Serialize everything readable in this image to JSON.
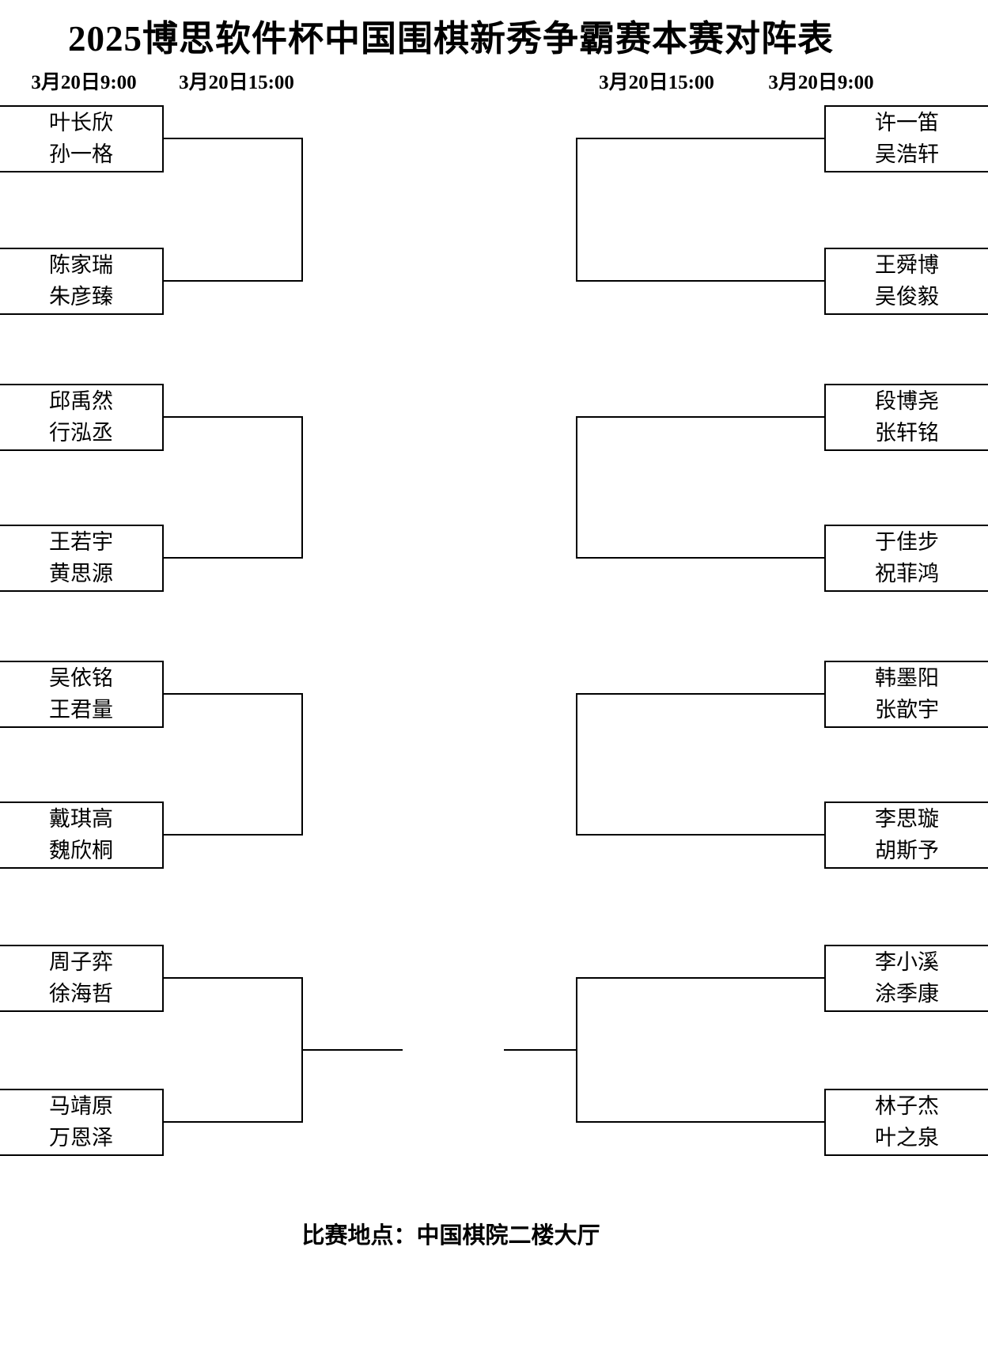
{
  "title": "2025博思软件杯中国围棋新秀争霸赛本赛对阵表",
  "schedule": {
    "left_round1": "3月20日9:00",
    "left_round2": "3月20日15:00",
    "right_round2": "3月20日15:00",
    "right_round1": "3月20日9:00"
  },
  "bracket": {
    "left": [
      {
        "top": "叶长欣",
        "bottom": "孙一格"
      },
      {
        "top": "陈家瑞",
        "bottom": "朱彦臻"
      },
      {
        "top": "邱禹然",
        "bottom": "行泓丞"
      },
      {
        "top": "王若宇",
        "bottom": "黄思源"
      },
      {
        "top": "吴依铭",
        "bottom": "王君量"
      },
      {
        "top": "戴琪高",
        "bottom": "魏欣桐"
      },
      {
        "top": "周子弈",
        "bottom": "徐海哲"
      },
      {
        "top": "马靖原",
        "bottom": "万恩泽"
      }
    ],
    "right": [
      {
        "top": "许一笛",
        "bottom": "吴浩轩"
      },
      {
        "top": "王舜博",
        "bottom": "吴俊毅"
      },
      {
        "top": "段博尧",
        "bottom": "张轩铭"
      },
      {
        "top": "于佳步",
        "bottom": "祝菲鸿"
      },
      {
        "top": "韩墨阳",
        "bottom": "张歆宇"
      },
      {
        "top": "李思璇",
        "bottom": "胡斯予"
      },
      {
        "top": "李小溪",
        "bottom": "涂季康"
      },
      {
        "top": "林子杰",
        "bottom": "叶之泉"
      }
    ]
  },
  "venue": "比赛地点：中国棋院二楼大厅"
}
